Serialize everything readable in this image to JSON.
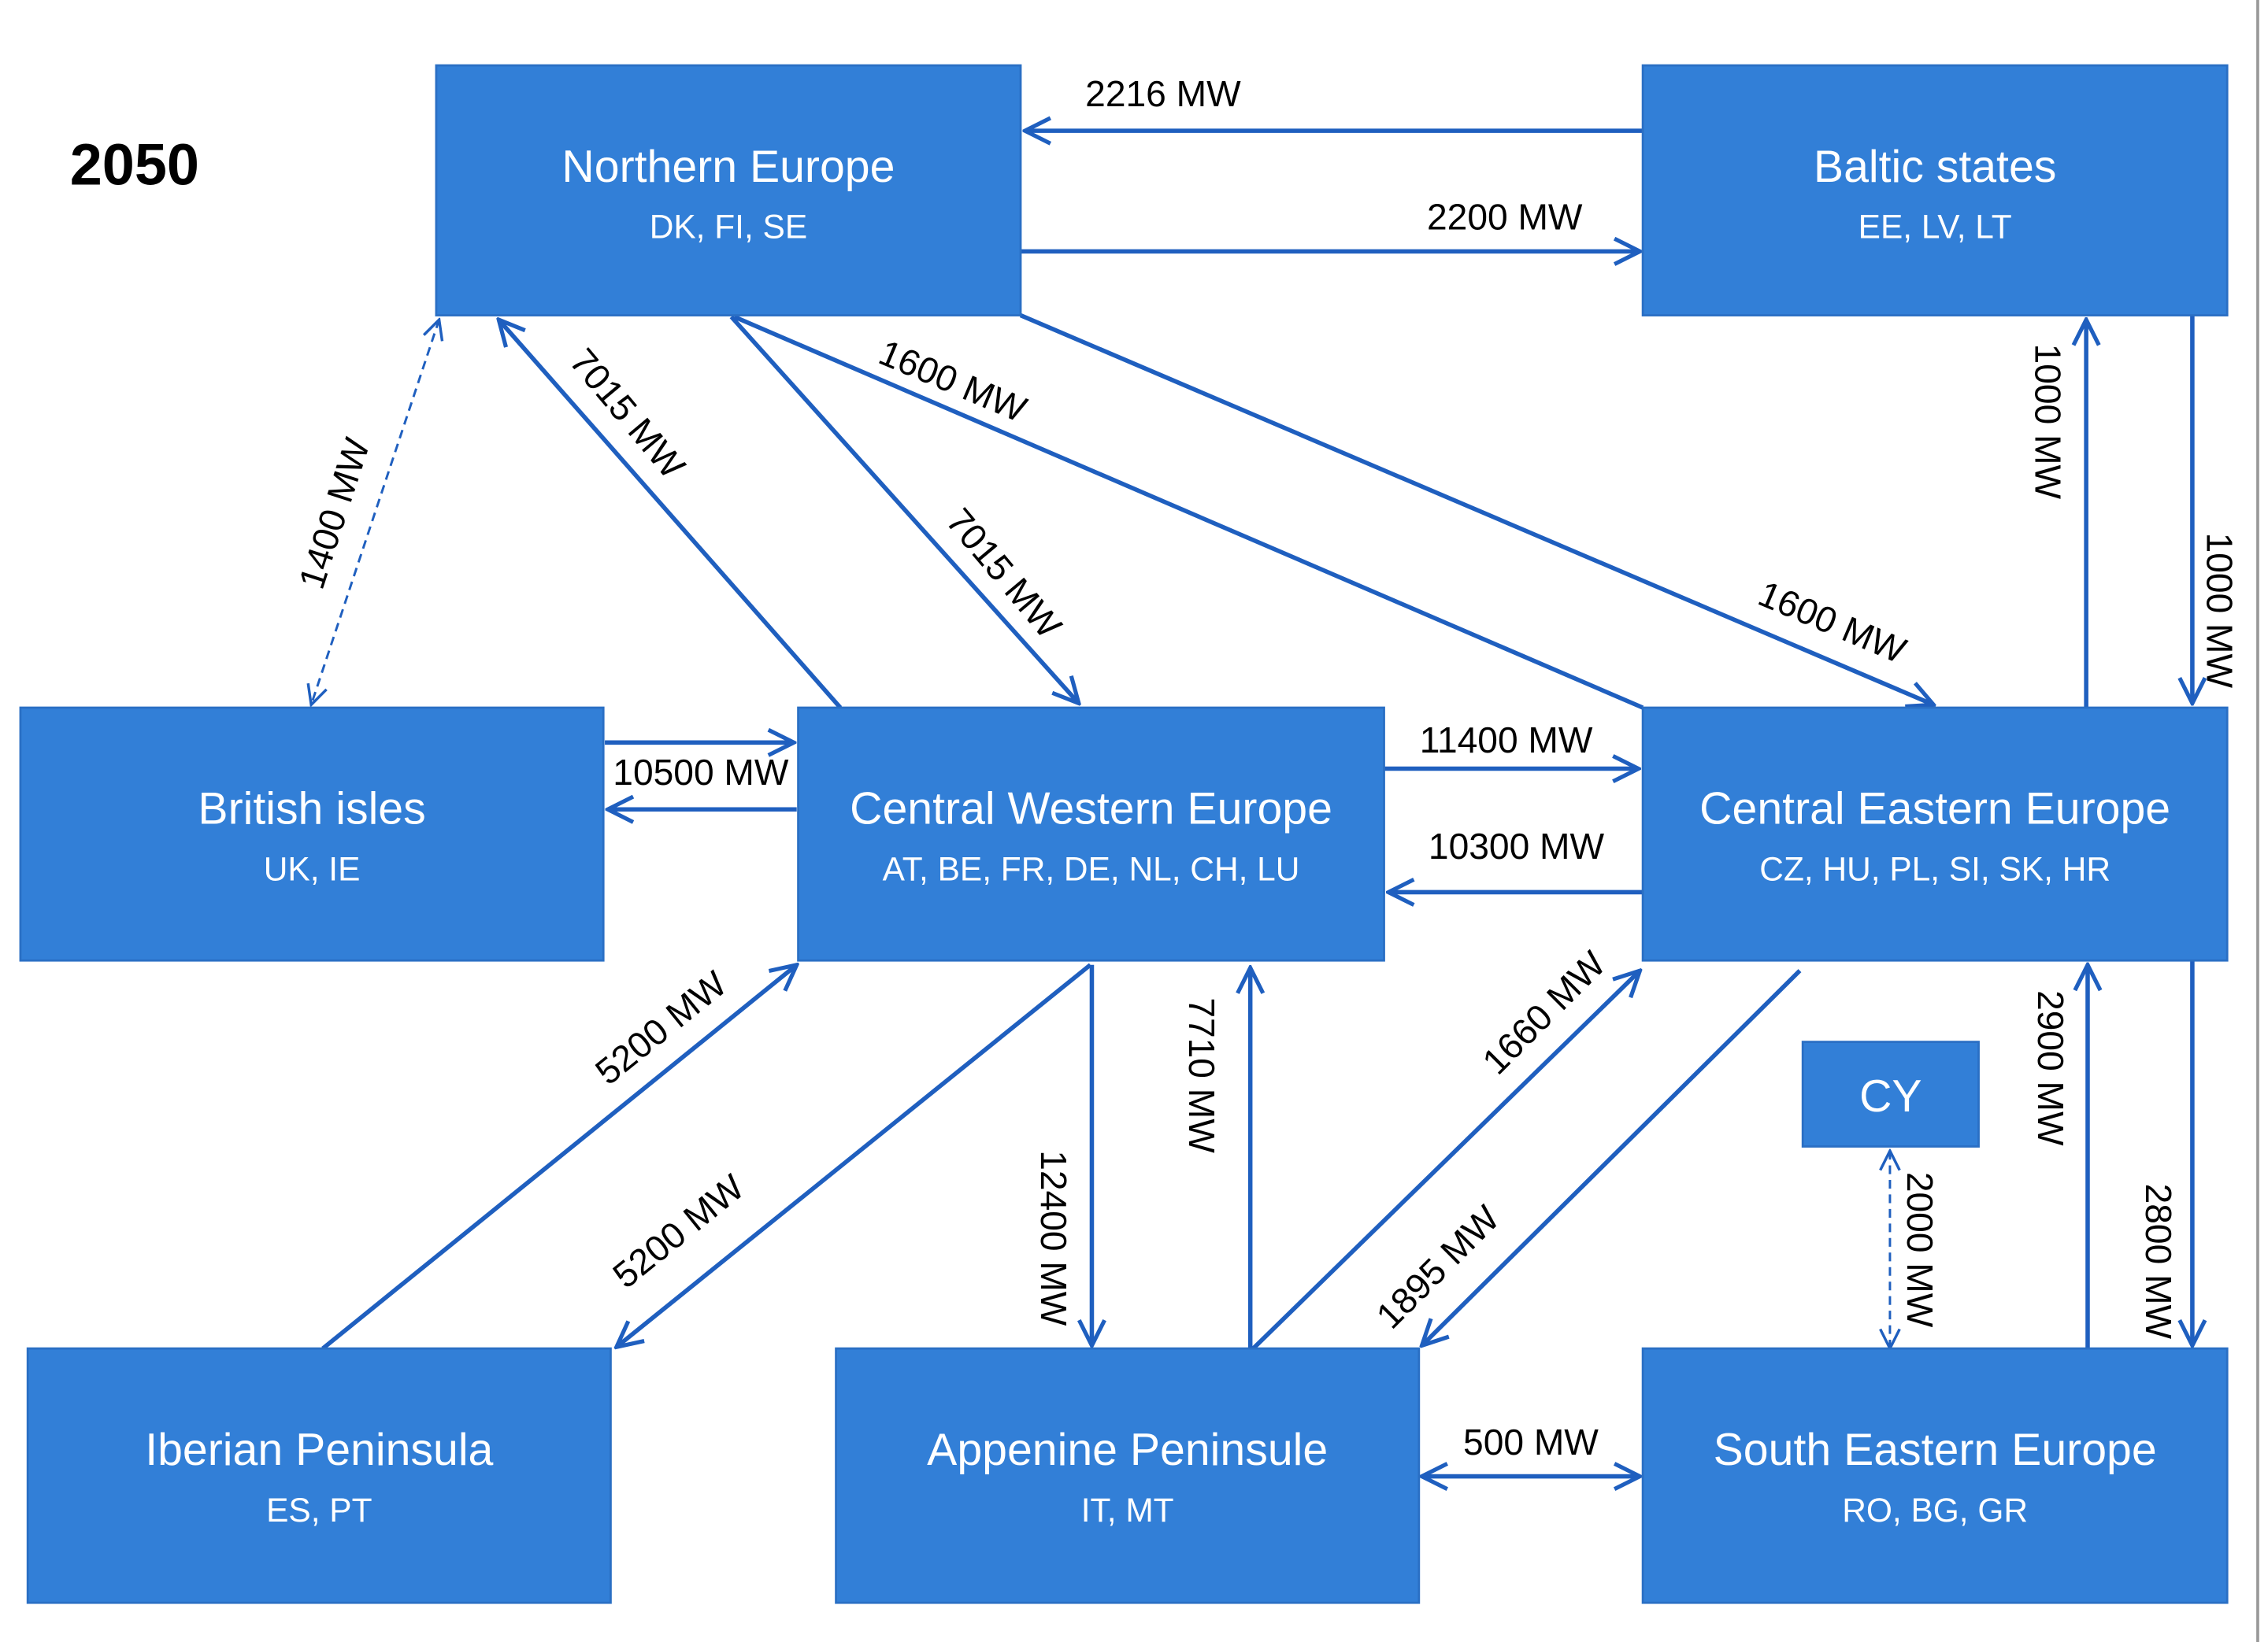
{
  "title": "2050",
  "colors": {
    "box": "#327fd7",
    "arrow": "#1f5fbf",
    "text_in_box": "#ffffff"
  },
  "regions": [
    {
      "id": "northern",
      "name": "Northern Europe",
      "countries": "DK, FI, SE"
    },
    {
      "id": "baltic",
      "name": "Baltic states",
      "countries": "EE, LV, LT"
    },
    {
      "id": "british",
      "name": "British isles",
      "countries": "UK, IE"
    },
    {
      "id": "cwe",
      "name": "Central Western Europe",
      "countries": "AT, BE, FR, DE, NL, CH, LU"
    },
    {
      "id": "cee",
      "name": "Central Eastern Europe",
      "countries": "CZ, HU, PL, SI, SK, HR"
    },
    {
      "id": "iberian",
      "name": "Iberian Peninsula",
      "countries": "ES, PT"
    },
    {
      "id": "appenine",
      "name": "Appenine Peninsule",
      "countries": "IT, MT"
    },
    {
      "id": "see",
      "name": "South Eastern Europe",
      "countries": "RO, BG, GR"
    },
    {
      "id": "cy",
      "name": "CY",
      "countries": ""
    }
  ],
  "edges": [
    {
      "from": "baltic",
      "to": "northern",
      "label": "2216 MW"
    },
    {
      "from": "northern",
      "to": "baltic",
      "label": "2200 MW"
    },
    {
      "from": "northern",
      "to": "british",
      "label": "1400 MW",
      "style": "dashed",
      "bidirectional": true
    },
    {
      "from": "cwe",
      "to": "northern",
      "label": "7015 MW"
    },
    {
      "from": "northern",
      "to": "cwe",
      "label": "7015 MW"
    },
    {
      "from": "cee",
      "to": "northern",
      "label": "1600 MW"
    },
    {
      "from": "northern",
      "to": "cee",
      "label": "1600 MW"
    },
    {
      "from": "cee",
      "to": "baltic",
      "label": "1000 MW"
    },
    {
      "from": "baltic",
      "to": "cee",
      "label": "1000 MW"
    },
    {
      "from": "british",
      "to": "cwe",
      "label": "10500 MW"
    },
    {
      "from": "cwe",
      "to": "british",
      "label": ""
    },
    {
      "from": "cwe",
      "to": "cee",
      "label": "11400 MW"
    },
    {
      "from": "cee",
      "to": "cwe",
      "label": "10300 MW"
    },
    {
      "from": "iberian",
      "to": "cwe",
      "label": "5200 MW"
    },
    {
      "from": "cwe",
      "to": "iberian",
      "label": "5200 MW"
    },
    {
      "from": "cwe",
      "to": "appenine",
      "label": "12400 MW"
    },
    {
      "from": "appenine",
      "to": "cwe",
      "label": "7710 MW"
    },
    {
      "from": "appenine",
      "to": "cee",
      "label": "1660 MW"
    },
    {
      "from": "cee",
      "to": "appenine",
      "label": "1895 MW"
    },
    {
      "from": "appenine",
      "to": "see",
      "label": "500 MW",
      "bidirectional": true
    },
    {
      "from": "cy",
      "to": "see",
      "label": "2000 MW",
      "style": "dashed",
      "bidirectional": true
    },
    {
      "from": "see",
      "to": "cee",
      "label": "2900 MW"
    },
    {
      "from": "cee",
      "to": "see",
      "label": "2800 MW"
    }
  ]
}
